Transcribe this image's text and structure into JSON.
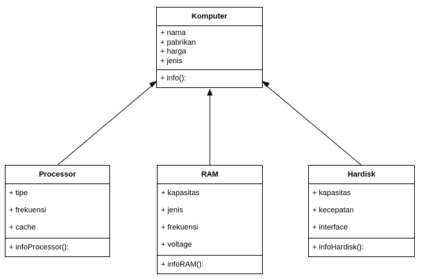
{
  "diagram": {
    "classes": {
      "komputer": {
        "name": "Komputer",
        "attributes": [
          "+ nama",
          "+ pabrikan",
          "+ harga",
          "+ jenis"
        ],
        "operations": [
          "+ info():"
        ]
      },
      "processor": {
        "name": "Processor",
        "attributes": [
          "+ tipe",
          "+ frekuensi",
          "+ cache"
        ],
        "operations": [
          "+ infoProcessor():"
        ]
      },
      "ram": {
        "name": "RAM",
        "attributes": [
          "+ kapasitas",
          "+ jenis",
          "+ frekuensi",
          "+ voltage"
        ],
        "operations": [
          "+ infoRAM():"
        ]
      },
      "hardisk": {
        "name": "Hardisk",
        "attributes": [
          "+ kapasitas",
          "+ kecepatan",
          "+ interface"
        ],
        "operations": [
          "+ infoHardisk():"
        ]
      }
    },
    "relations": [
      {
        "from": "Processor",
        "to": "Komputer",
        "type": "association-arrow"
      },
      {
        "from": "RAM",
        "to": "Komputer",
        "type": "association-arrow"
      },
      {
        "from": "Hardisk",
        "to": "Komputer",
        "type": "association-arrow"
      }
    ],
    "colors": {
      "line": "#000000",
      "box_fill": "#ffffff"
    }
  }
}
